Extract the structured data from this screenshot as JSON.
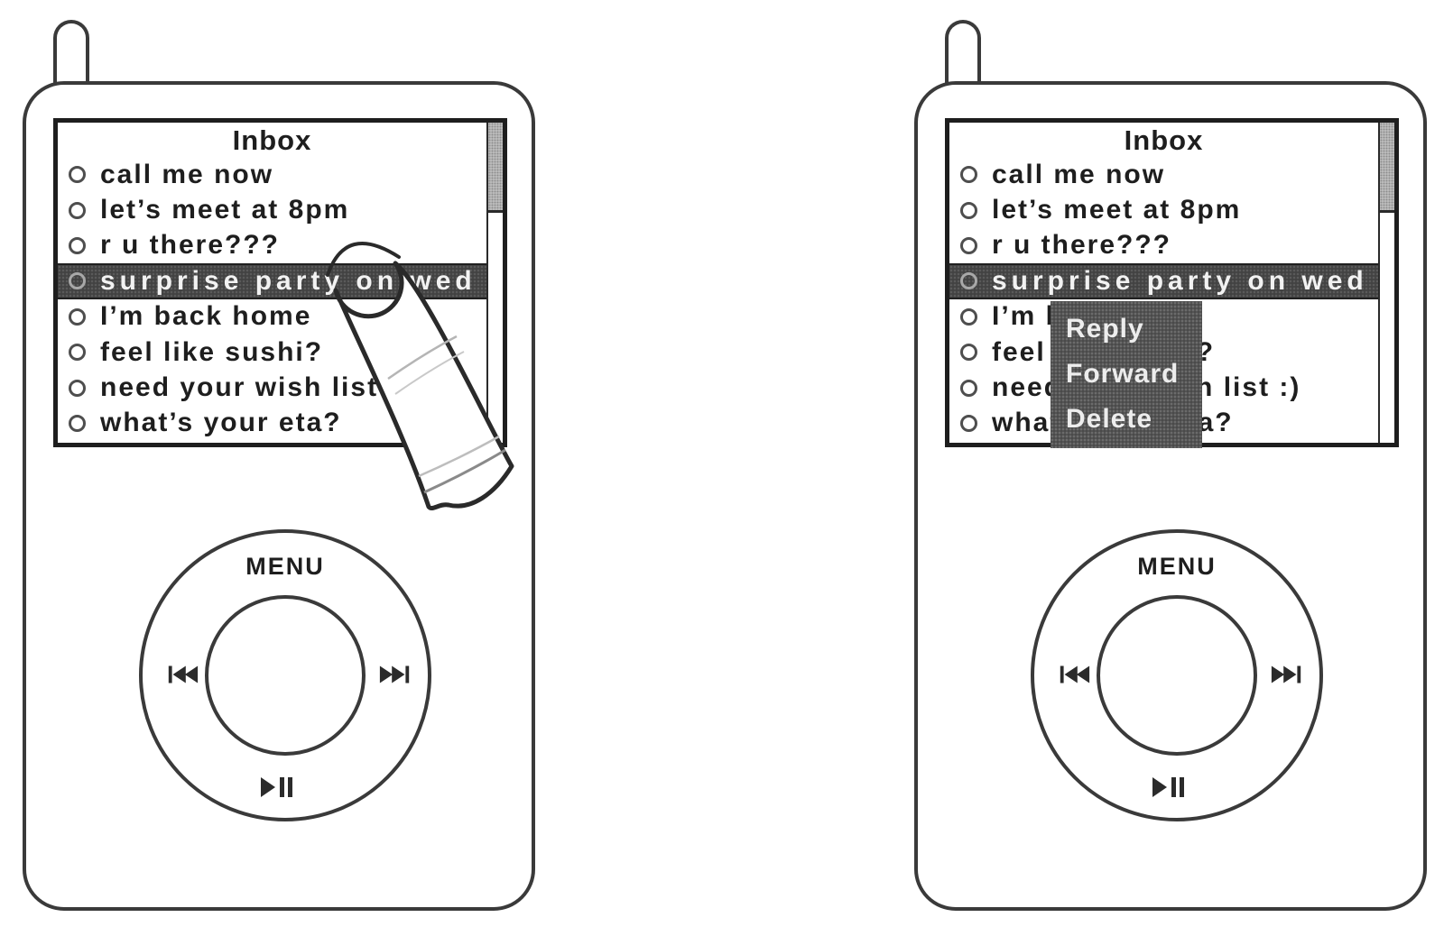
{
  "screen": {
    "title": "Inbox",
    "items": [
      {
        "label": "call me now",
        "highlighted": false
      },
      {
        "label": "let’s meet at 8pm",
        "highlighted": false
      },
      {
        "label": "r u there???",
        "highlighted": false
      },
      {
        "label": "surprise party on wed",
        "highlighted": true
      },
      {
        "label": "I’m back home",
        "highlighted": false
      },
      {
        "label": "feel like sushi?",
        "highlighted": false
      },
      {
        "label": "need your wish list :)",
        "highlighted": false
      },
      {
        "label": "what’s your eta?",
        "highlighted": false
      }
    ]
  },
  "context_menu": {
    "items": [
      {
        "label": "Reply"
      },
      {
        "label": "Forward"
      },
      {
        "label": "Delete"
      }
    ]
  },
  "wheel": {
    "menu_label": "MENU"
  },
  "colors": {
    "ink_text": "#1e1e1e",
    "ink_line": "#3a3a3a",
    "highlight_bg": "#424242",
    "menu_bg": "#4a4a4a",
    "thumb_bg": "#c9c9c9"
  }
}
